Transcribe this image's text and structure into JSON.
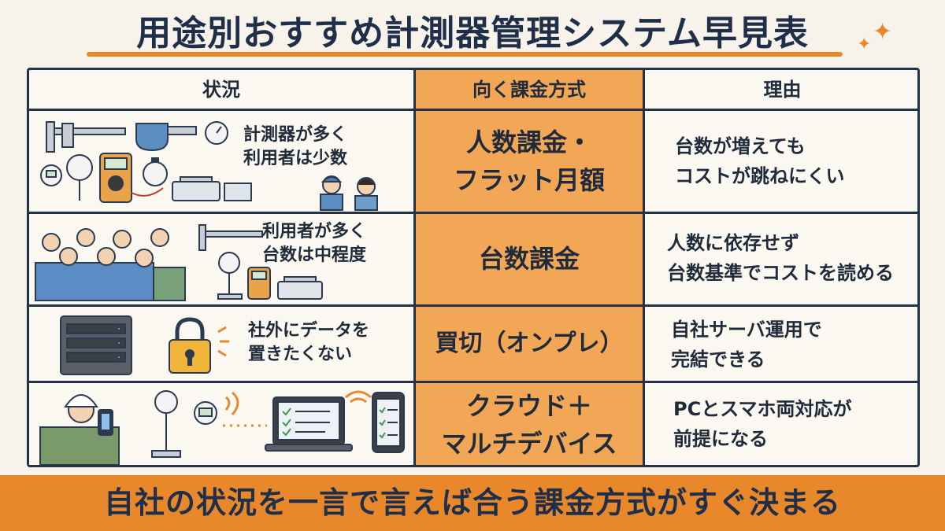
{
  "title": "用途別おすすめ計測器管理システム早見表",
  "headers": {
    "situation": "状況",
    "method": "向く課金方式",
    "reason": "理由"
  },
  "rows": [
    {
      "situation_lines": [
        "計測器が多く",
        "利用者は少数"
      ],
      "method_lines": [
        "人数課金・",
        "フラット月額"
      ],
      "reason_lines": [
        "台数が増えても",
        "コストが跳ねにくい"
      ],
      "art_icons": [
        "caliper-icon",
        "micrometer-icon",
        "dial-gauge-icon",
        "multimeter-icon",
        "stopwatch-icon",
        "scale-icon",
        "worker-icon"
      ]
    },
    {
      "situation_lines": [
        "利用者が多く",
        "台数は中程度"
      ],
      "method_lines": [
        "台数課金"
      ],
      "reason_lines": [
        "人数に依存せず",
        "台数基準でコストを読める"
      ],
      "art_icons": [
        "worker-group-icon",
        "caliper-icon",
        "dial-gauge-icon",
        "meter-icon",
        "scale-icon"
      ]
    },
    {
      "situation_lines": [
        "社外にデータを",
        "置きたくない"
      ],
      "method_lines": [
        "買切（オンプレ）"
      ],
      "reason_lines": [
        "自社サーバ運用で",
        "完結できる"
      ],
      "art_icons": [
        "server-icon",
        "padlock-icon"
      ]
    },
    {
      "situation_lines": [],
      "method_lines": [
        "クラウド＋",
        "マルチデバイス"
      ],
      "reason_lines": [
        "PCとスマホ両対応が",
        "前提になる"
      ],
      "art_icons": [
        "worker-with-phone-icon",
        "dial-gauge-icon",
        "wifi-icon",
        "laptop-icon",
        "smartphone-icon"
      ]
    }
  ],
  "footer": "自社の状況を一言で言えば合う課金方式がすぐ決まる",
  "colors": {
    "accent": "#e9882a",
    "method_column": "#f2a757",
    "ink": "#1f2f4a",
    "background": "#f7f3ea"
  }
}
